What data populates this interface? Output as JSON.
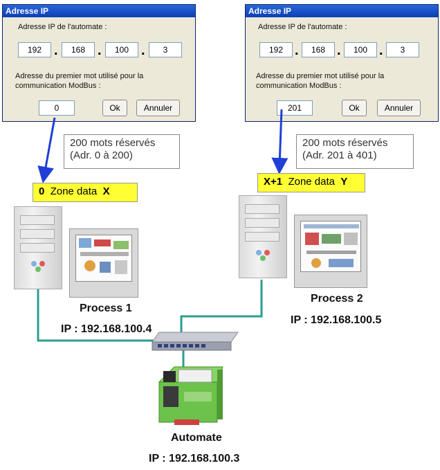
{
  "dialog1": {
    "title": "Adresse IP",
    "ip_label": "Adresse IP de l'automate :",
    "ip": [
      "192",
      "168",
      "100",
      "3"
    ],
    "addr_label_1": "Adresse du premier mot utilisé pour la",
    "addr_label_2": "communication ModBus :",
    "addr_value": "0",
    "ok": "Ok",
    "cancel": "Annuler"
  },
  "dialog2": {
    "title": "Adresse IP",
    "ip_label": "Adresse IP de l'automate :",
    "ip": [
      "192",
      "168",
      "100",
      "3"
    ],
    "addr_label_1": "Adresse du premier mot utilisé pour la",
    "addr_label_2": "communication ModBus :",
    "addr_value": "201",
    "ok": "Ok",
    "cancel": "Annuler"
  },
  "note1": {
    "line1": "200 mots réservés",
    "line2": "(Adr. 0 à 200)"
  },
  "note2": {
    "line1": "200 mots réservés",
    "line2": "(Adr. 201 à 401)"
  },
  "zone1": {
    "start": "0",
    "label": "Zone data",
    "name": "X"
  },
  "zone2": {
    "start": "X+1",
    "label": "Zone data",
    "name": "Y"
  },
  "process1": {
    "name": "Process 1",
    "ip": "IP : 192.168.100.4"
  },
  "process2": {
    "name": "Process 2",
    "ip": "IP : 192.168.100.5"
  },
  "automate": {
    "name": "Automate",
    "ip": "IP : 192.168.100.3"
  },
  "colors": {
    "arrow": "#1f3fd6",
    "cable": "#2e9c8f",
    "zone": "#ffff33",
    "plc": "#6cc24a"
  }
}
